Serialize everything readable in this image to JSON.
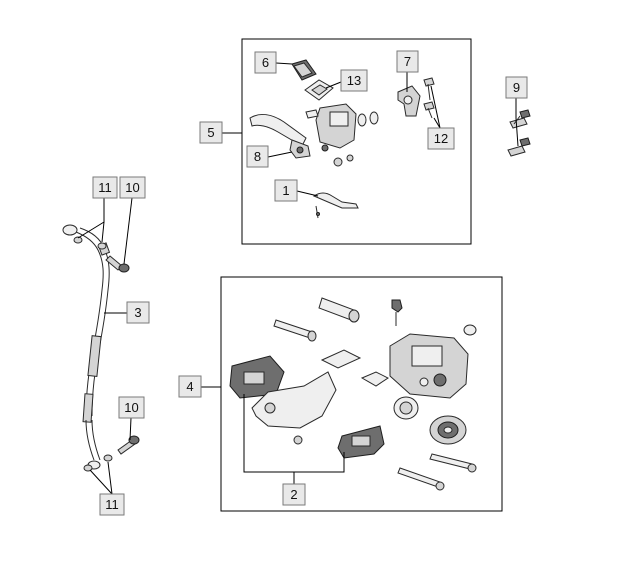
{
  "callouts": {
    "c1": "1",
    "c2": "2",
    "c3": "3",
    "c4": "4",
    "c5": "5",
    "c6": "6",
    "c7": "7",
    "c8": "8",
    "c9": "9",
    "c10_top": "10",
    "c10_bottom": "10",
    "c11_top": "11",
    "c11_bottom": "11",
    "c12": "12",
    "c13": "13"
  }
}
